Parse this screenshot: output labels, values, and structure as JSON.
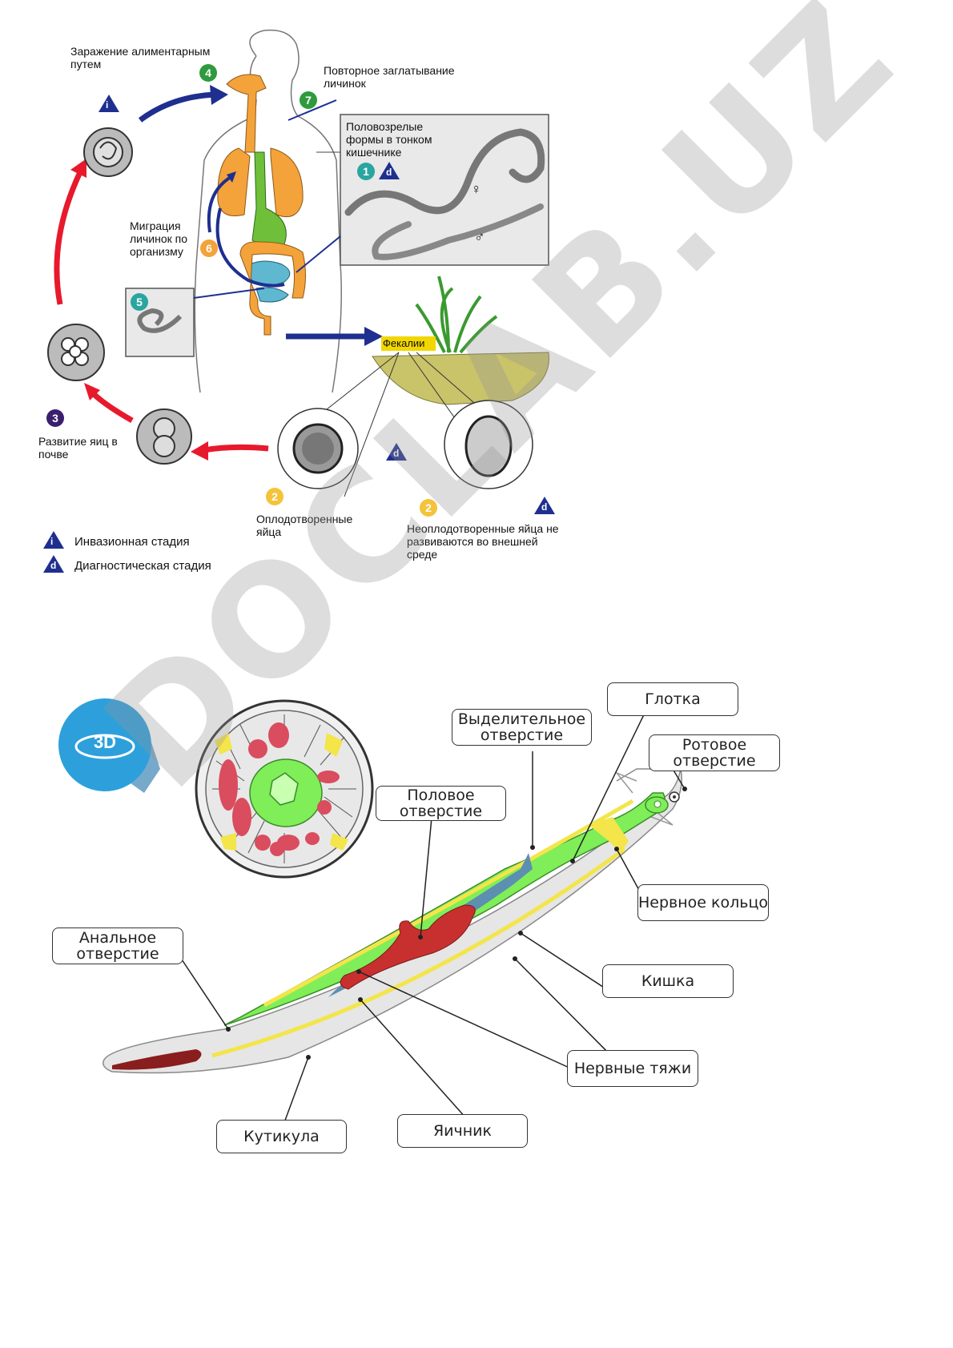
{
  "lifecycle": {
    "infection_route": "Заражение алиментарным путем",
    "reswallow": "Повторное заглатывание личинок",
    "adults": "Половозрелые формы в тонком кишечнике",
    "migration": "Миграция личинок по организму",
    "soil": "Развитие яиц в почве",
    "feces": "Фекалии",
    "fertilized": "Оплодотворенные яйца",
    "unfertilized": "Неоплодотворенные яйца не развиваются во внешней среде",
    "legend_infective": "Инвазионная стадия",
    "legend_diagnostic": "Диагностическая стадия",
    "female_symbol": "♀",
    "male_symbol": "♂",
    "numbers": {
      "n1": "1",
      "n2": "2",
      "n3": "3",
      "n4": "4",
      "n5": "5",
      "n6": "6",
      "n7": "7"
    },
    "stage_i": "i",
    "stage_d": "d"
  },
  "anatomy": {
    "badge": "3D",
    "labels": {
      "pharynx": "Глотка",
      "excretory": "Выделительное отверстие",
      "mouth": "Ротовое отверстие",
      "genital": "Половое отверстие",
      "nerve_ring": "Нервное кольцо",
      "anal": "Анальное отверстие",
      "intestine": "Кишка",
      "nerve_cords": "Нервные тяжи",
      "cuticle": "Кутикула",
      "ovary": "Яичник"
    }
  },
  "watermark": "DOCLAB.UZ",
  "colors": {
    "orange": "#f4a23a",
    "green": "#2e9b3e",
    "red": "#e8192c",
    "navy": "#1f2f8f",
    "worm_green": "#7fee58",
    "worm_red": "#c8302f",
    "nerve_yellow": "#f3e54a"
  }
}
